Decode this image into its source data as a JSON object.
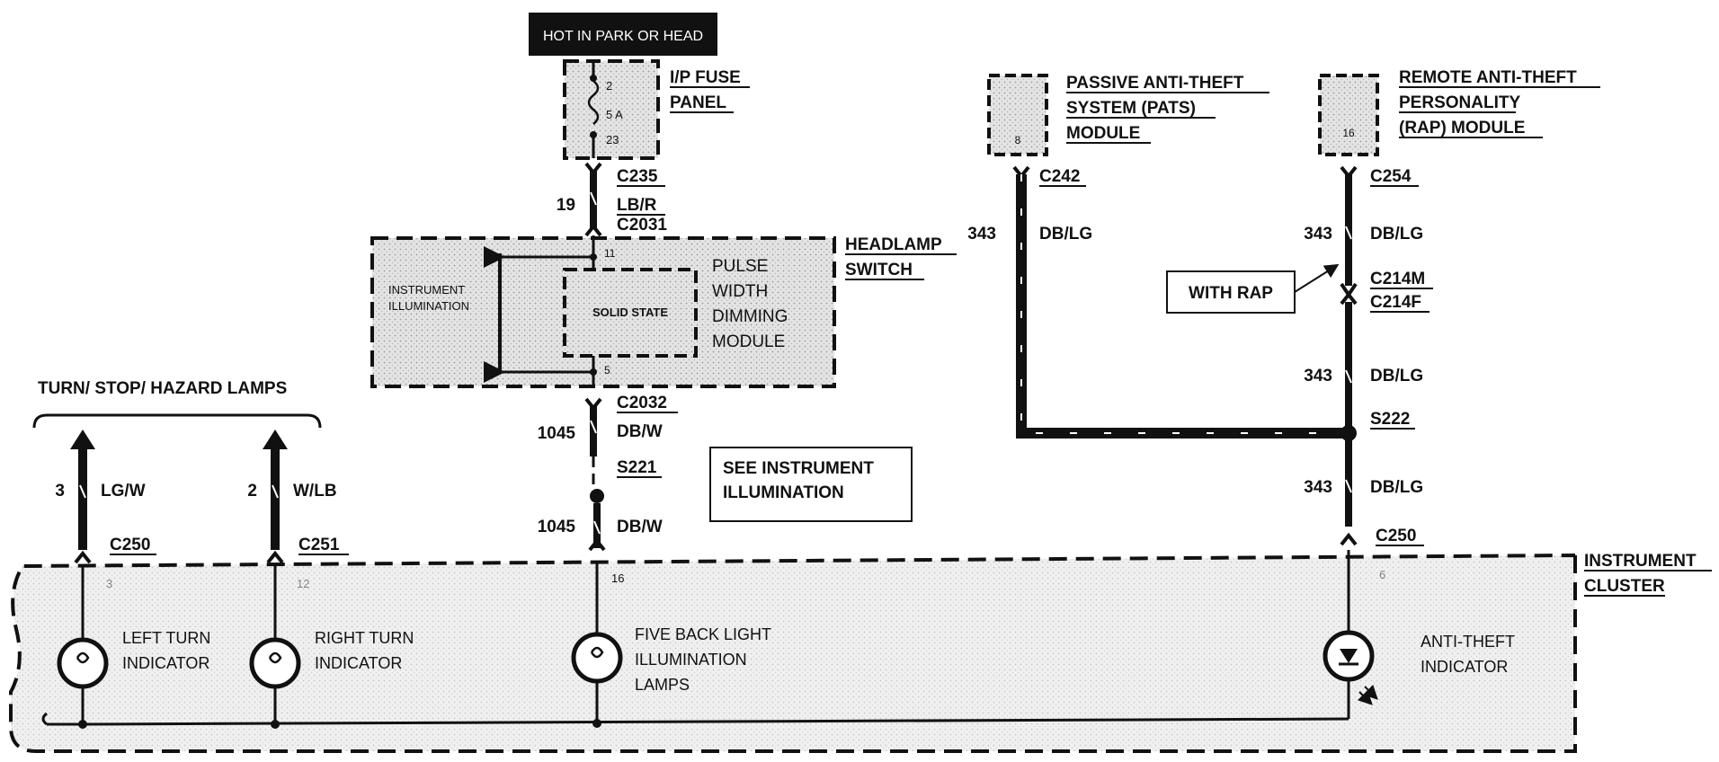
{
  "power": {
    "hot_label": "HOT IN PARK OR HEAD"
  },
  "fuse_panel": {
    "title_1": "I/P FUSE",
    "title_2": "PANEL",
    "pin_top": "2",
    "rating": "5 A",
    "pin_bottom": "23"
  },
  "wire_19": {
    "connector_top": "C235",
    "circuit": "19",
    "color": "LB/R",
    "connector_bottom": "C2031"
  },
  "headlamp_switch": {
    "title_1": "HEADLAMP",
    "title_2": "SWITCH",
    "instrument_label_1": "INSTRUMENT",
    "instrument_label_2": "ILLUMINATION",
    "solid_state": "SOLID STATE",
    "pwm_1": "PULSE",
    "pwm_2": "WIDTH",
    "pwm_3": "DIMMING",
    "pwm_4": "MODULE",
    "pin_in": "11",
    "pin_out": "5"
  },
  "wire_1045": {
    "connector": "C2032",
    "circuit": "1045",
    "color": "DB/W",
    "splice": "S221",
    "circuit_2": "1045",
    "color_2": "DB/W"
  },
  "note": {
    "line_1": "SEE INSTRUMENT",
    "line_2": "ILLUMINATION"
  },
  "turn_lamps": {
    "title": "TURN/ STOP/ HAZARD LAMPS"
  },
  "left_wire": {
    "circuit": "3",
    "color": "LG/W",
    "connector": "C250",
    "pin": "3"
  },
  "right_wire": {
    "circuit": "2",
    "color": "W/LB",
    "connector": "C251",
    "pin": "12"
  },
  "center_pin": "16",
  "pats": {
    "title_1": "PASSIVE ANTI-THEFT",
    "title_2": "SYSTEM (PATS)",
    "title_3": "MODULE",
    "pin": "8",
    "connector": "C242",
    "circuit": "343",
    "color": "DB/LG"
  },
  "rap": {
    "title_1": "REMOTE ANTI-THEFT",
    "title_2": "PERSONALITY",
    "title_3": "(RAP) MODULE",
    "pin": "16",
    "connector": "C254",
    "circuit_a": "343",
    "color_a": "DB/LG",
    "with_rap": "WITH RAP",
    "conn_m": "C214M",
    "conn_f": "C214F",
    "circuit_b": "343",
    "color_b": "DB/LG",
    "splice": "S222",
    "circuit_c": "343",
    "color_c": "DB/LG",
    "connector_cluster": "C250",
    "pin_cluster": "6"
  },
  "cluster": {
    "title_1": "INSTRUMENT",
    "title_2": "CLUSTER",
    "left_turn_1": "LEFT TURN",
    "left_turn_2": "INDICATOR",
    "right_turn_1": "RIGHT TURN",
    "right_turn_2": "INDICATOR",
    "backlight_1": "FIVE BACK LIGHT",
    "backlight_2": "ILLUMINATION",
    "backlight_3": "LAMPS",
    "antitheft_1": "ANTI-THEFT",
    "antitheft_2": "INDICATOR"
  }
}
